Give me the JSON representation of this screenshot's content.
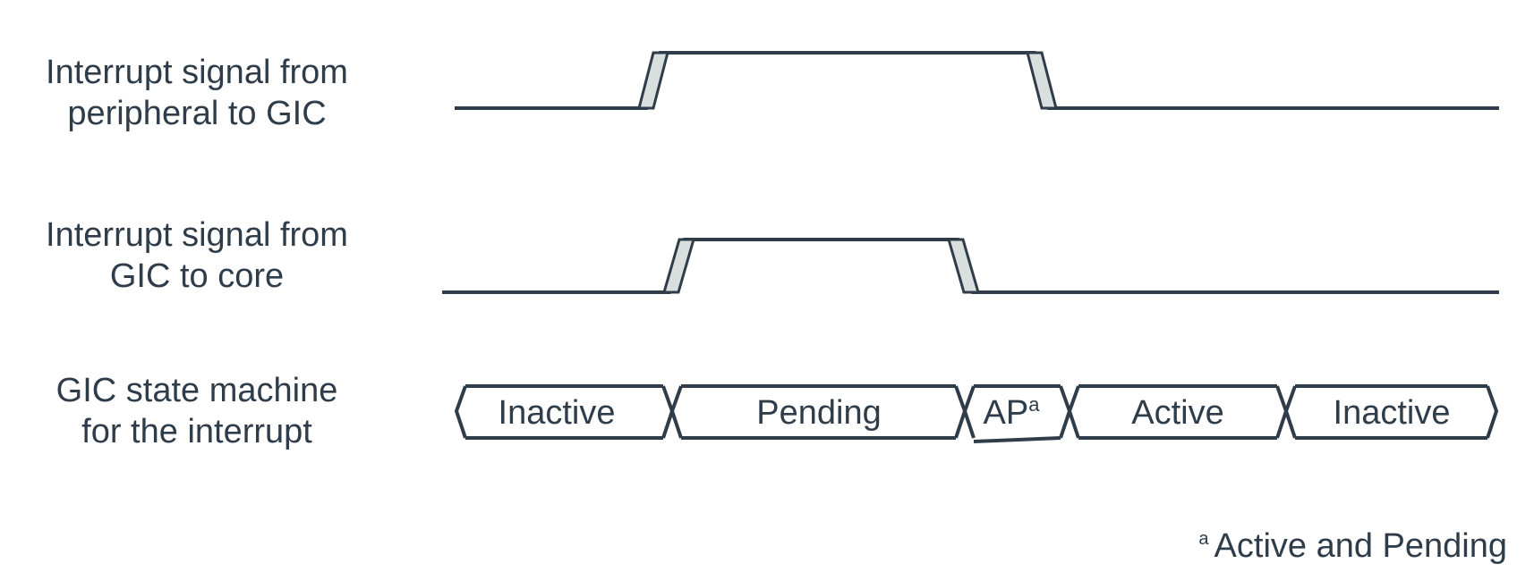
{
  "rows": [
    {
      "line1": "Interrupt signal from",
      "line2": "peripheral to GIC"
    },
    {
      "line1": "Interrupt signal from",
      "line2": "GIC to core"
    },
    {
      "line1": "GIC state machine",
      "line2": "for the interrupt"
    }
  ],
  "states": [
    {
      "label": "Inactive",
      "superscript": ""
    },
    {
      "label": "Pending",
      "superscript": ""
    },
    {
      "label": "AP",
      "superscript": "a"
    },
    {
      "label": "Active",
      "superscript": ""
    },
    {
      "label": "Inactive",
      "superscript": ""
    }
  ],
  "footnote": {
    "marker": "a",
    "text": "Active and Pending"
  },
  "colors": {
    "line": "#2f3d4a",
    "edge_fill": "#d9dfdf",
    "text": "#2f3d4a"
  }
}
